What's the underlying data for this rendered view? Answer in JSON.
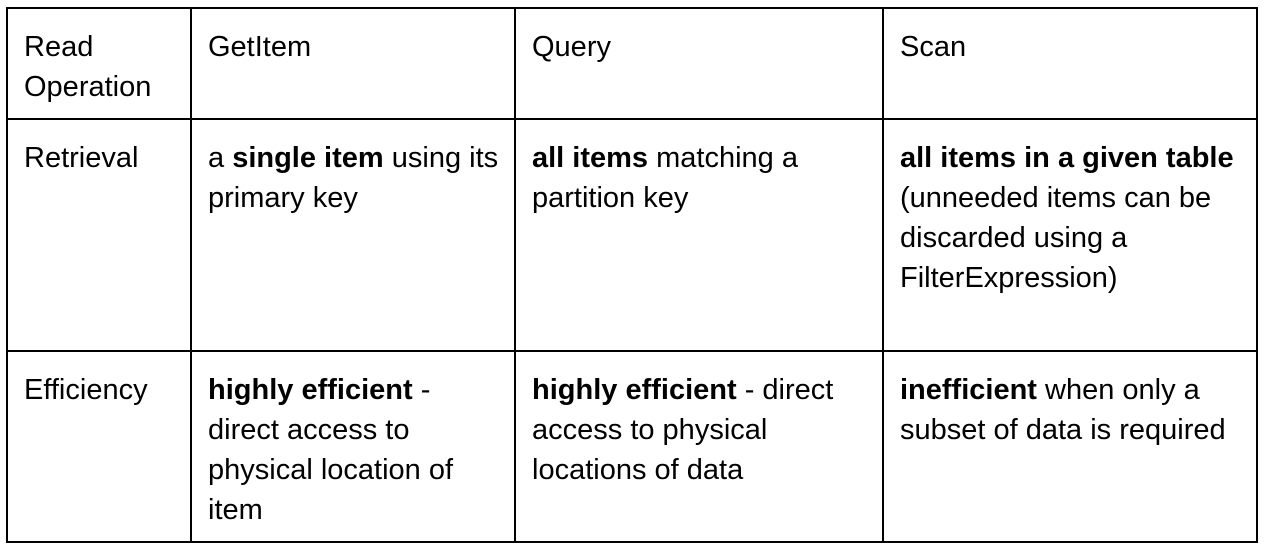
{
  "table": {
    "header": {
      "col1": "Read Operation",
      "col2": "GetItem",
      "col3": "Query",
      "col4": "Scan"
    },
    "rows": [
      {
        "label": "Retrieval",
        "getitem": {
          "pre": "a ",
          "bold": "single item",
          "post": " using its primary key"
        },
        "query": {
          "bold": "all items",
          "post": " matching a partition key"
        },
        "scan": {
          "bold": "all items in a given table",
          "note": "(unneeded items can be discarded using a FilterExpression)"
        }
      },
      {
        "label": "Efficiency",
        "getitem": {
          "bold": "highly efficient",
          "post": " - direct access to physical location of item"
        },
        "query": {
          "bold": "highly efficient",
          "post": " - direct access to physical locations of data"
        },
        "scan": {
          "bold": "inefficient",
          "post": " when only a subset of data is required"
        }
      }
    ]
  }
}
